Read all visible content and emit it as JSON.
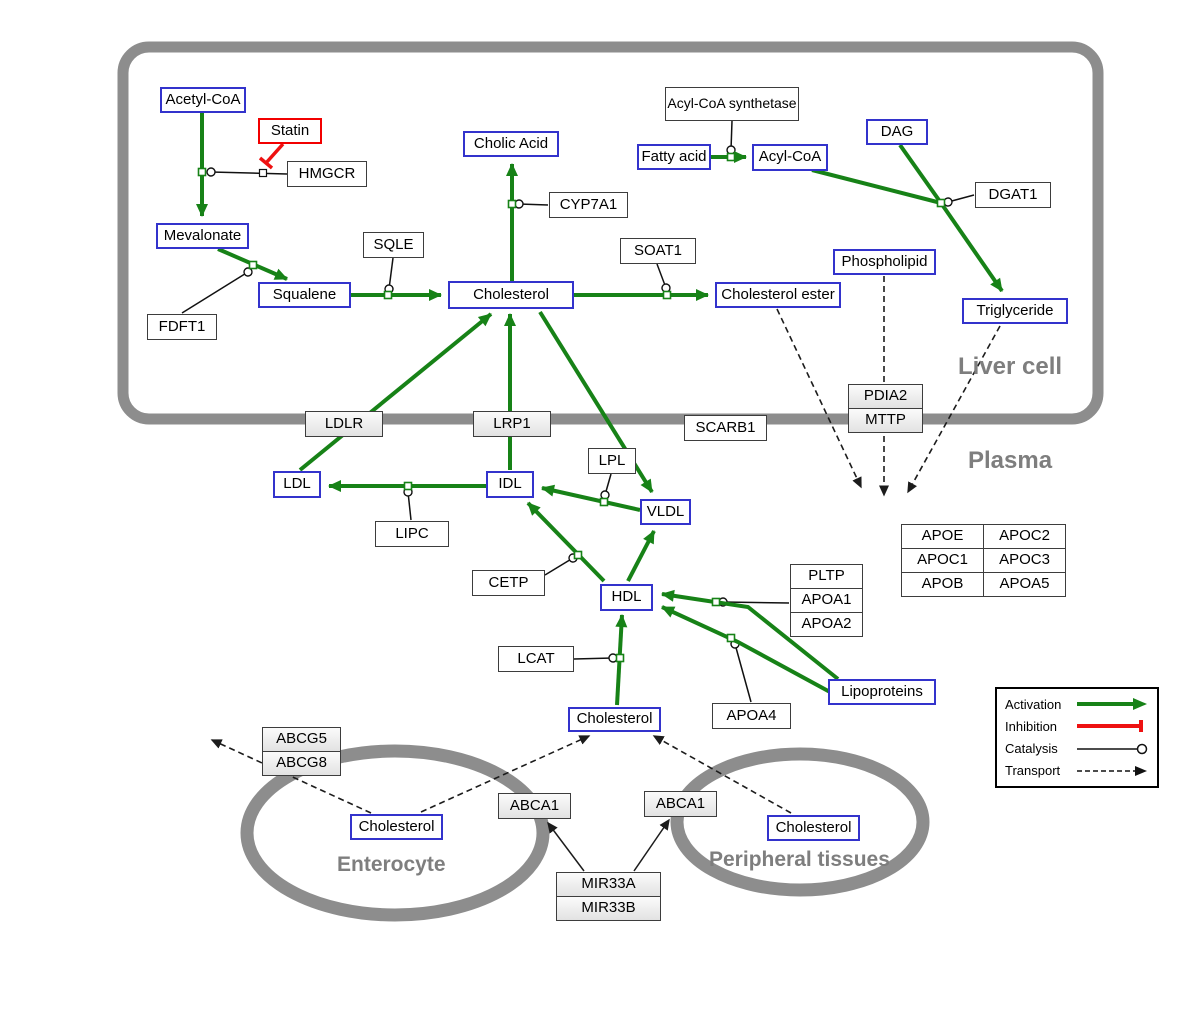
{
  "labels": {
    "liver_cell": "Liver cell",
    "plasma": "Plasma",
    "enterocyte": "Enterocyte",
    "peripheral_tissues": "Peripheral tissues"
  },
  "metabolites": {
    "acetyl_coa": "Acetyl-CoA",
    "mevalonate": "Mevalonate",
    "squalene": "Squalene",
    "cholic_acid": "Cholic Acid",
    "cholesterol_liver": "Cholesterol",
    "cholesterol_ester": "Cholesterol ester",
    "fatty_acid": "Fatty acid",
    "acyl_coa": "Acyl-CoA",
    "dag": "DAG",
    "phospholipid": "Phospholipid",
    "triglyceride": "Triglyceride",
    "ldl": "LDL",
    "idl": "IDL",
    "vldl": "VLDL",
    "hdl": "HDL",
    "cholesterol_plasma": "Cholesterol",
    "lipoproteins": "Lipoproteins",
    "cholesterol_enterocyte": "Cholesterol",
    "cholesterol_peripheral": "Cholesterol"
  },
  "drugs": {
    "statin": "Statin"
  },
  "genes": {
    "hmgcr": "HMGCR",
    "sqle": "SQLE",
    "fdft1": "FDFT1",
    "cyp7a1": "CYP7A1",
    "soat1": "SOAT1",
    "acyl_coa_synthetase": "Acyl-CoA synthetase",
    "dgat1": "DGAT1",
    "ldlr": "LDLR",
    "lrp1": "LRP1",
    "scarb1": "SCARB1",
    "pdia2": "PDIA2",
    "mttp": "MTTP",
    "lpl": "LPL",
    "lipc": "LIPC",
    "cetp": "CETP",
    "lcat": "LCAT",
    "pltp": "PLTP",
    "apoa1": "APOA1",
    "apoa2": "APOA2",
    "apoa4": "APOA4",
    "apoe": "APOE",
    "apoc1": "APOC1",
    "apob": "APOB",
    "apoc2": "APOC2",
    "apoc3": "APOC3",
    "apoa5": "APOA5",
    "abcg5": "ABCG5",
    "abcg8": "ABCG8",
    "abca1_enterocyte": "ABCA1",
    "abca1_peripheral": "ABCA1",
    "mir33a": "MIR33A",
    "mir33b": "MIR33B"
  },
  "legend": {
    "activation": "Activation",
    "inhibition": "Inhibition",
    "catalysis": "Catalysis",
    "transport": "Transport"
  },
  "colors": {
    "metabolite_border": "#3333cc",
    "inhibitor_border": "#f20000",
    "activation_green": "#178217",
    "inhibition_red": "#ee1111",
    "membrane_gray": "#8d8d8d"
  }
}
